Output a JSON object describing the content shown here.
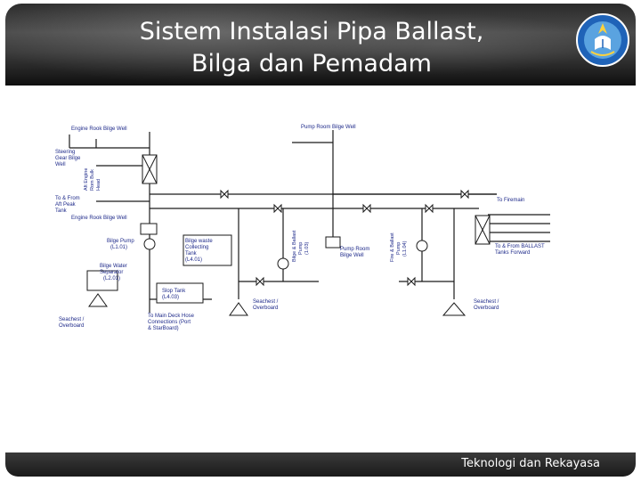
{
  "slide": {
    "title": "Sistem  Instalasi  Pipa Ballast,\nBilga dan Pemadam",
    "footer": "Teknologi dan Rekayasa"
  },
  "diagram": {
    "labels": {
      "engine_room_bilge_well_top": "Engine Rook Bilge Well",
      "steering_gear_bilge_well": [
        "Steering",
        "Gear Bilge",
        "Well"
      ],
      "aft_engine_room": [
        "Aft Engine",
        "Rom Bulk",
        "Head"
      ],
      "to_aft_peak": [
        "To & From",
        "Aft Peak",
        "Tank"
      ],
      "engine_room_bilge_well_bottom": "Engine Rook Bilge Well",
      "pump_room_bilge_well_top": "Pump Room Bilge Well",
      "to_firemain": "To Firemain",
      "bilge_pump": "Bilge Pump",
      "bilge_pump_tag": "(L1.01)",
      "bilge_waste_tank": [
        "Bilge waste",
        "Collecting",
        "Tank",
        "(L4.01)"
      ],
      "bilge_ballast_pump": [
        "Bilge & Ballast",
        "Pump",
        "(1.03)"
      ],
      "pump_room_bilge_well_bottom": [
        "Pump Room",
        "Bilge Well"
      ],
      "fire_ballast_pump": [
        "Fire & Ballast",
        "Pump",
        "(L1.04)"
      ],
      "ballast_tanks_forward": [
        "To & From BALLAST",
        "Tanks Forward"
      ],
      "bilge_water_separator": [
        "Bilge Water",
        "Separator",
        "(L2.01)"
      ],
      "slop_tank": [
        "Slop Tank",
        "(L4.03)"
      ],
      "seachest_mid": [
        "Seachest /",
        "Overboard"
      ],
      "seachest_right": [
        "Seachest /",
        "Overboard"
      ],
      "seachest_left": [
        "Seachest /",
        "Overboard"
      ],
      "main_deck_hose": [
        "To Main Deck Hose",
        "Connections (Port",
        "& StarBoard)"
      ]
    }
  }
}
